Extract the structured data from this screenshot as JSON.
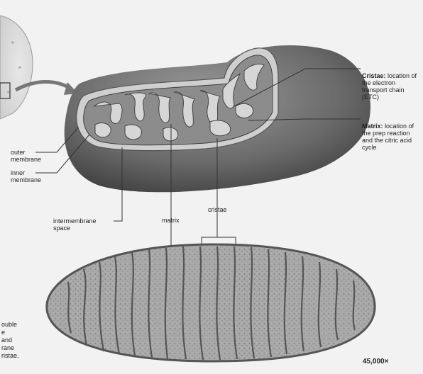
{
  "labels": {
    "cristae_title": "Cristae:",
    "cristae_desc": "location of the electron transport chain (ETC)",
    "matrix_title": "Matrix:",
    "matrix_desc": "location of the prep reaction and the citric acid cycle",
    "outer_membrane": "outer membrane",
    "inner_membrane": "inner membrane",
    "intermembrane_space": "intermembrane space",
    "matrix": "matrix",
    "cristae": "cristae"
  },
  "caption_fragment": "ouble\ne\nand\nrane\nristae.",
  "magnification": "45,000×"
}
